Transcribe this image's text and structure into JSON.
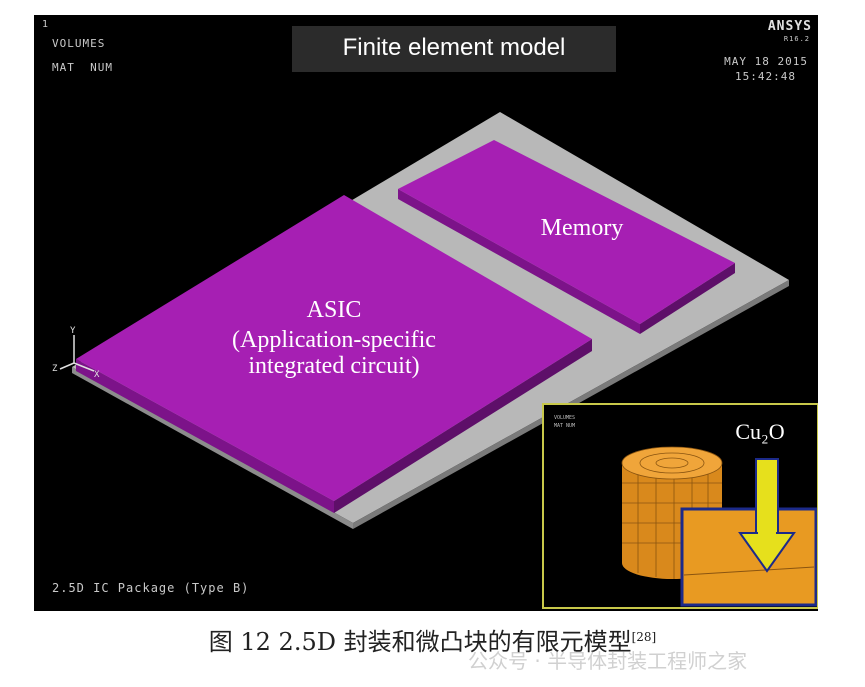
{
  "figure": {
    "title": "Finite element model",
    "hud_top_left": [
      "1",
      "VOLUMES",
      "MAT  NUM"
    ],
    "brand": "ANSYS",
    "brand_sub": "R16.2",
    "date": "MAY 18 2015",
    "time": "15:42:48",
    "footer": "2.5D IC Package (Type B)",
    "labels": {
      "memory": "Memory",
      "asic_line1": "ASIC",
      "asic_line2": "(Application-specific",
      "asic_line3": "integrated circuit)"
    },
    "axis": {
      "y": "Y",
      "x": "X",
      "z": "Z"
    },
    "inset": {
      "hud_line1": "VOLUMES",
      "hud_line2": "MAT NUM",
      "label": "Cu₂O"
    },
    "colors": {
      "background": "#000000",
      "substrate": "#b8b8b8",
      "die": "#a61fb3",
      "die_edge": "#7c1389",
      "copper": "#e89a22",
      "arrow": "#e6e01c",
      "inset_border": "#c8c84a"
    }
  },
  "caption": {
    "text": "图 12   2.5D 封装和微凸块的有限元模型",
    "ref": "[28]"
  },
  "watermark": "公众号 · 半导体封装工程师之家"
}
